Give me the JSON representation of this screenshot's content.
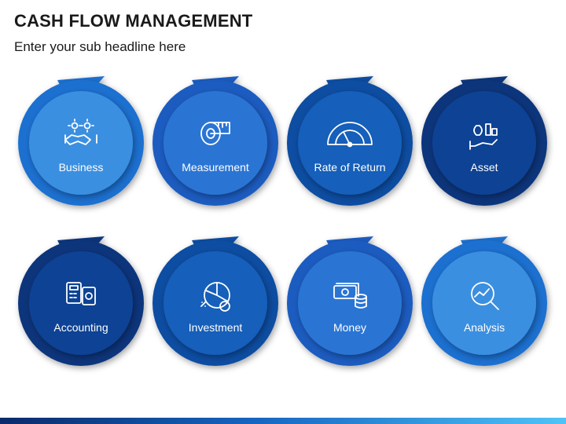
{
  "header": {
    "title": "CASH FLOW MANAGEMENT",
    "subtitle": "Enter your sub headline here"
  },
  "items": [
    {
      "label": "Business",
      "icon": "handshake-gear-icon",
      "color": "#3a8fe0",
      "shade": "#1d6fd0"
    },
    {
      "label": "Measurement",
      "icon": "measuring-tape-icon",
      "color": "#2a74d4",
      "shade": "#1a5cc0"
    },
    {
      "label": "Rate of Return",
      "icon": "gauge-icon",
      "color": "#165fba",
      "shade": "#0f4ea2"
    },
    {
      "label": "Asset",
      "icon": "hand-money-bag-icon",
      "color": "#0e4394",
      "shade": "#0a367c"
    },
    {
      "label": "Accounting",
      "icon": "calculator-invoice-icon",
      "color": "#0e4394",
      "shade": "#0a367c"
    },
    {
      "label": "Investment",
      "icon": "pie-chart-percent-icon",
      "color": "#165fba",
      "shade": "#0f4ea2"
    },
    {
      "label": "Money",
      "icon": "cash-coins-icon",
      "color": "#2a74d4",
      "shade": "#1a5cc0"
    },
    {
      "label": "Analysis",
      "icon": "magnifier-chart-icon",
      "color": "#3a8fe0",
      "shade": "#1d6fd0"
    }
  ]
}
